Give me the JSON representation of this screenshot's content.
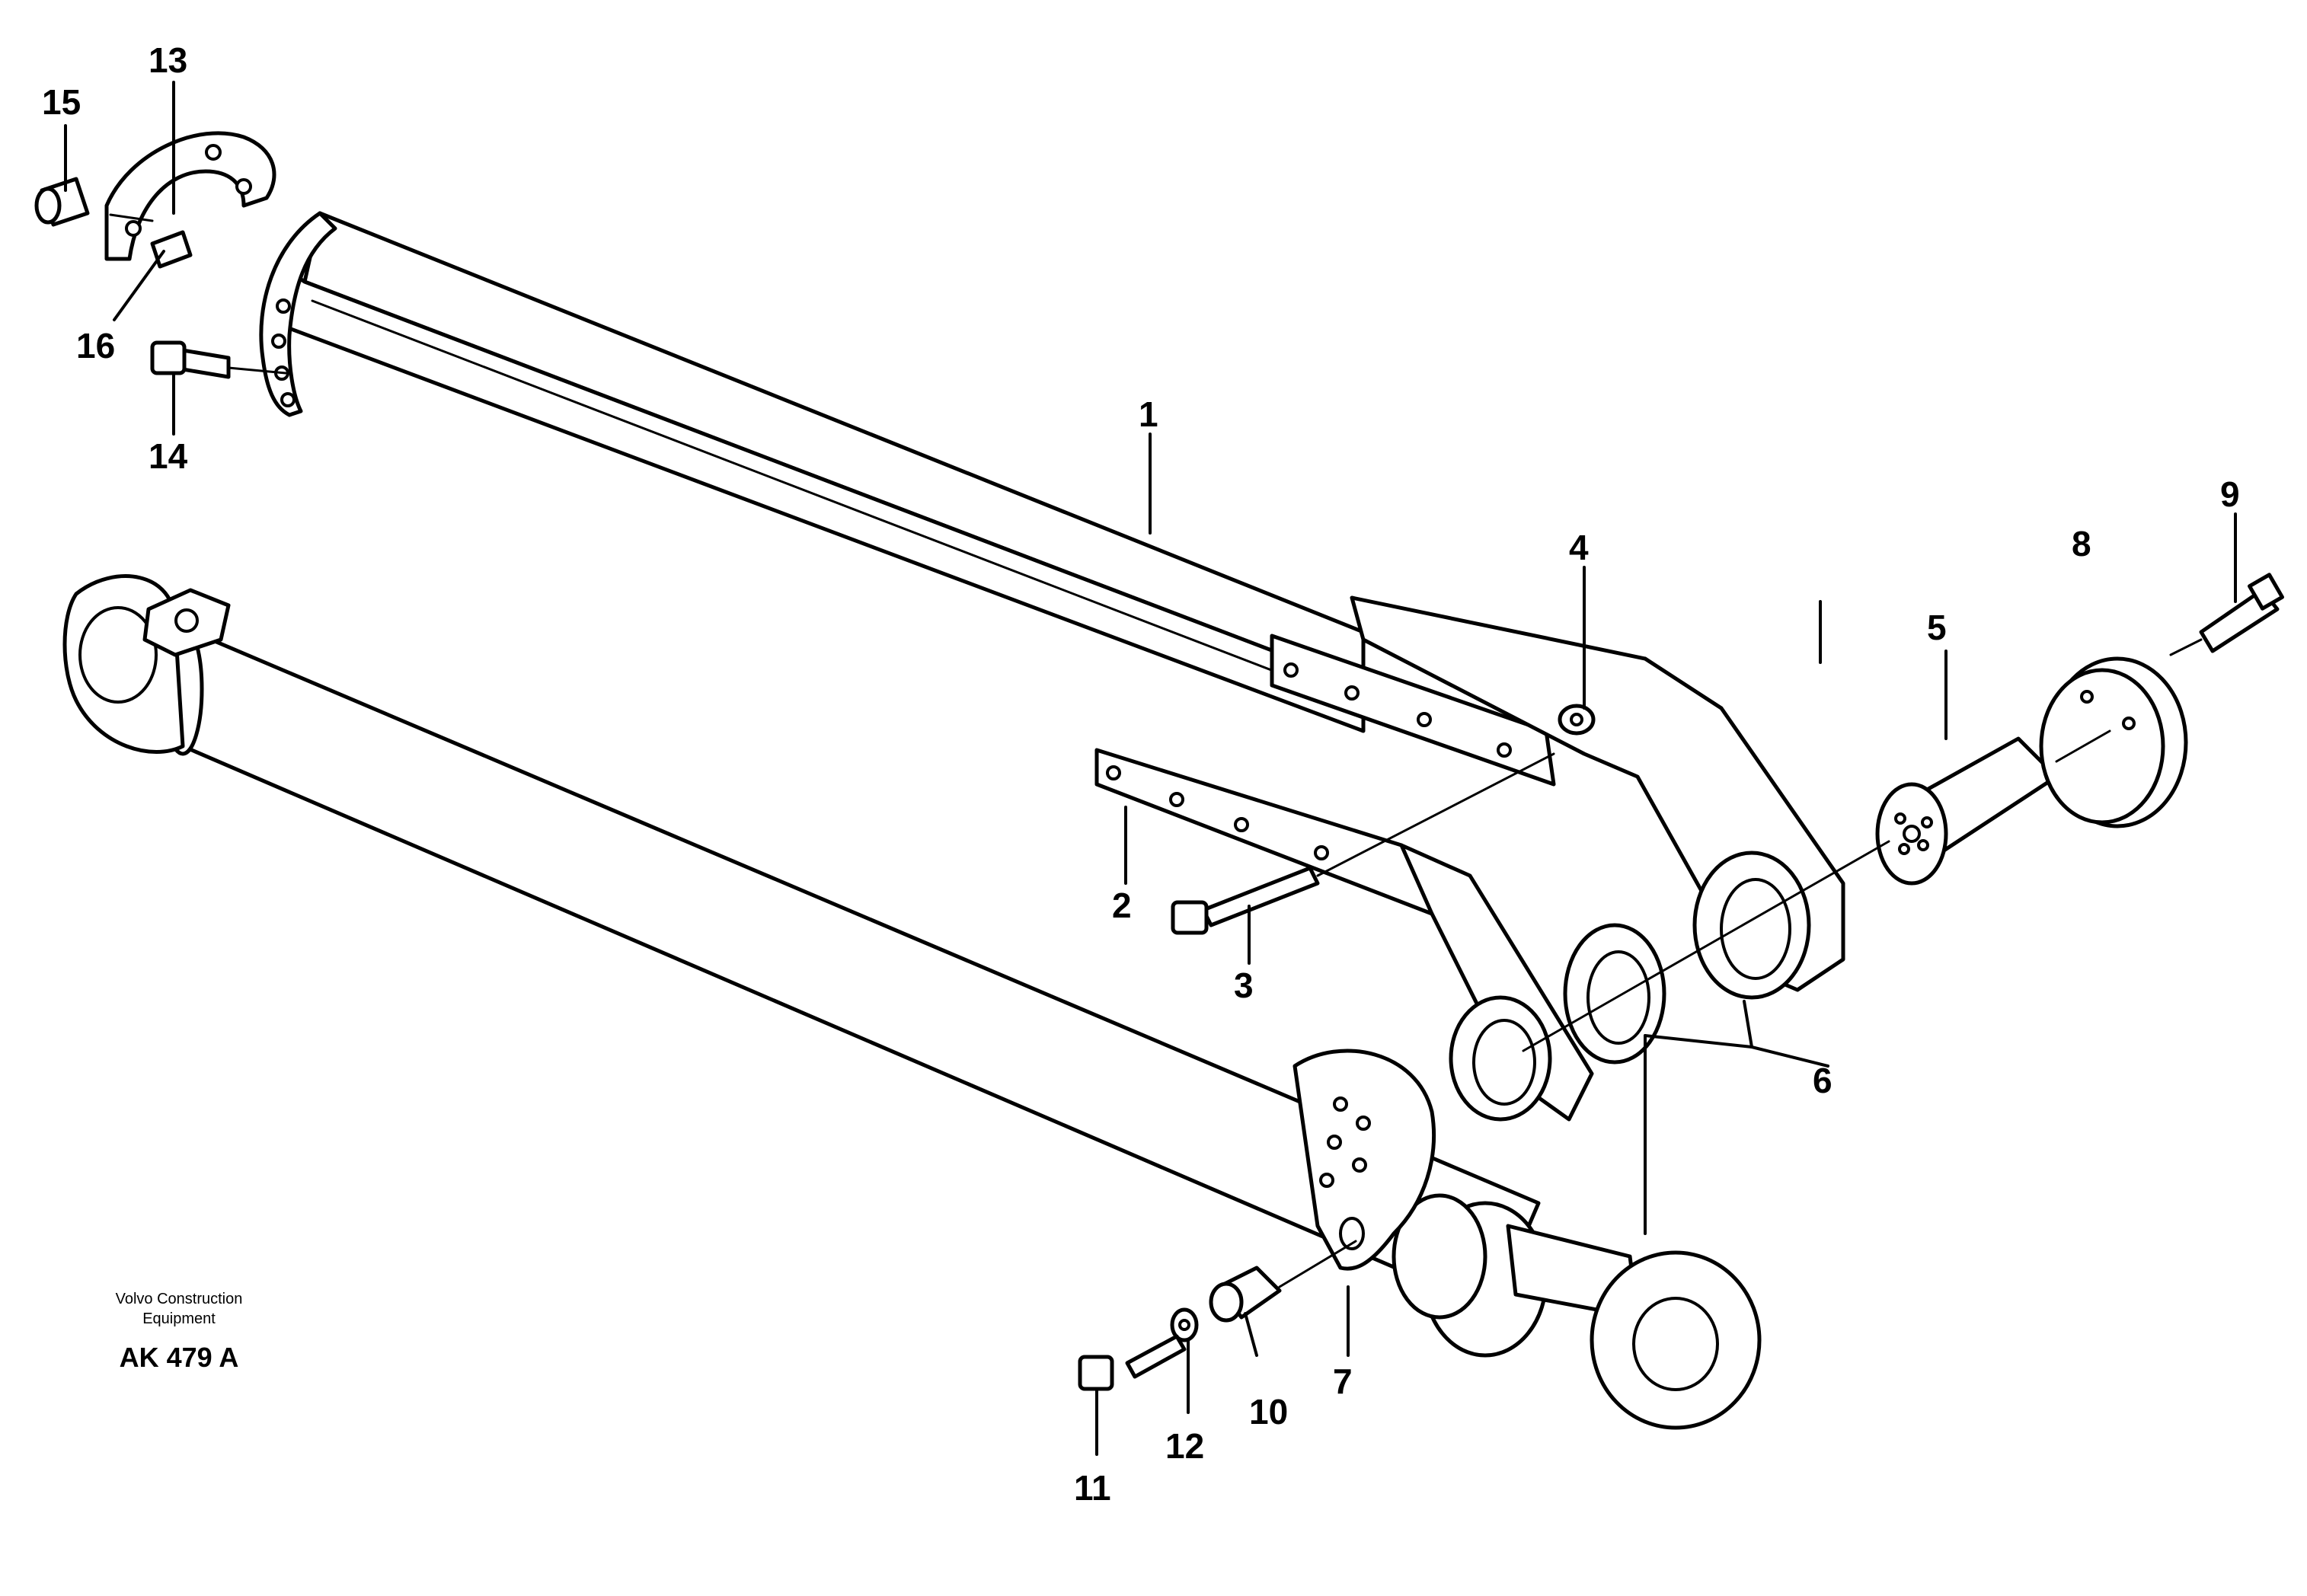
{
  "callouts": {
    "c1": "1",
    "c2": "2",
    "c3": "3",
    "c4": "4",
    "c5": "5",
    "c6": "6",
    "c7": "7",
    "c8": "8",
    "c9": "9",
    "c10": "10",
    "c11": "11",
    "c12": "12",
    "c13": "13",
    "c14": "14",
    "c15": "15",
    "c16": "16"
  },
  "brand": {
    "line1": "Volvo Construction",
    "line2": "Equipment",
    "code": "AK 479 A"
  }
}
